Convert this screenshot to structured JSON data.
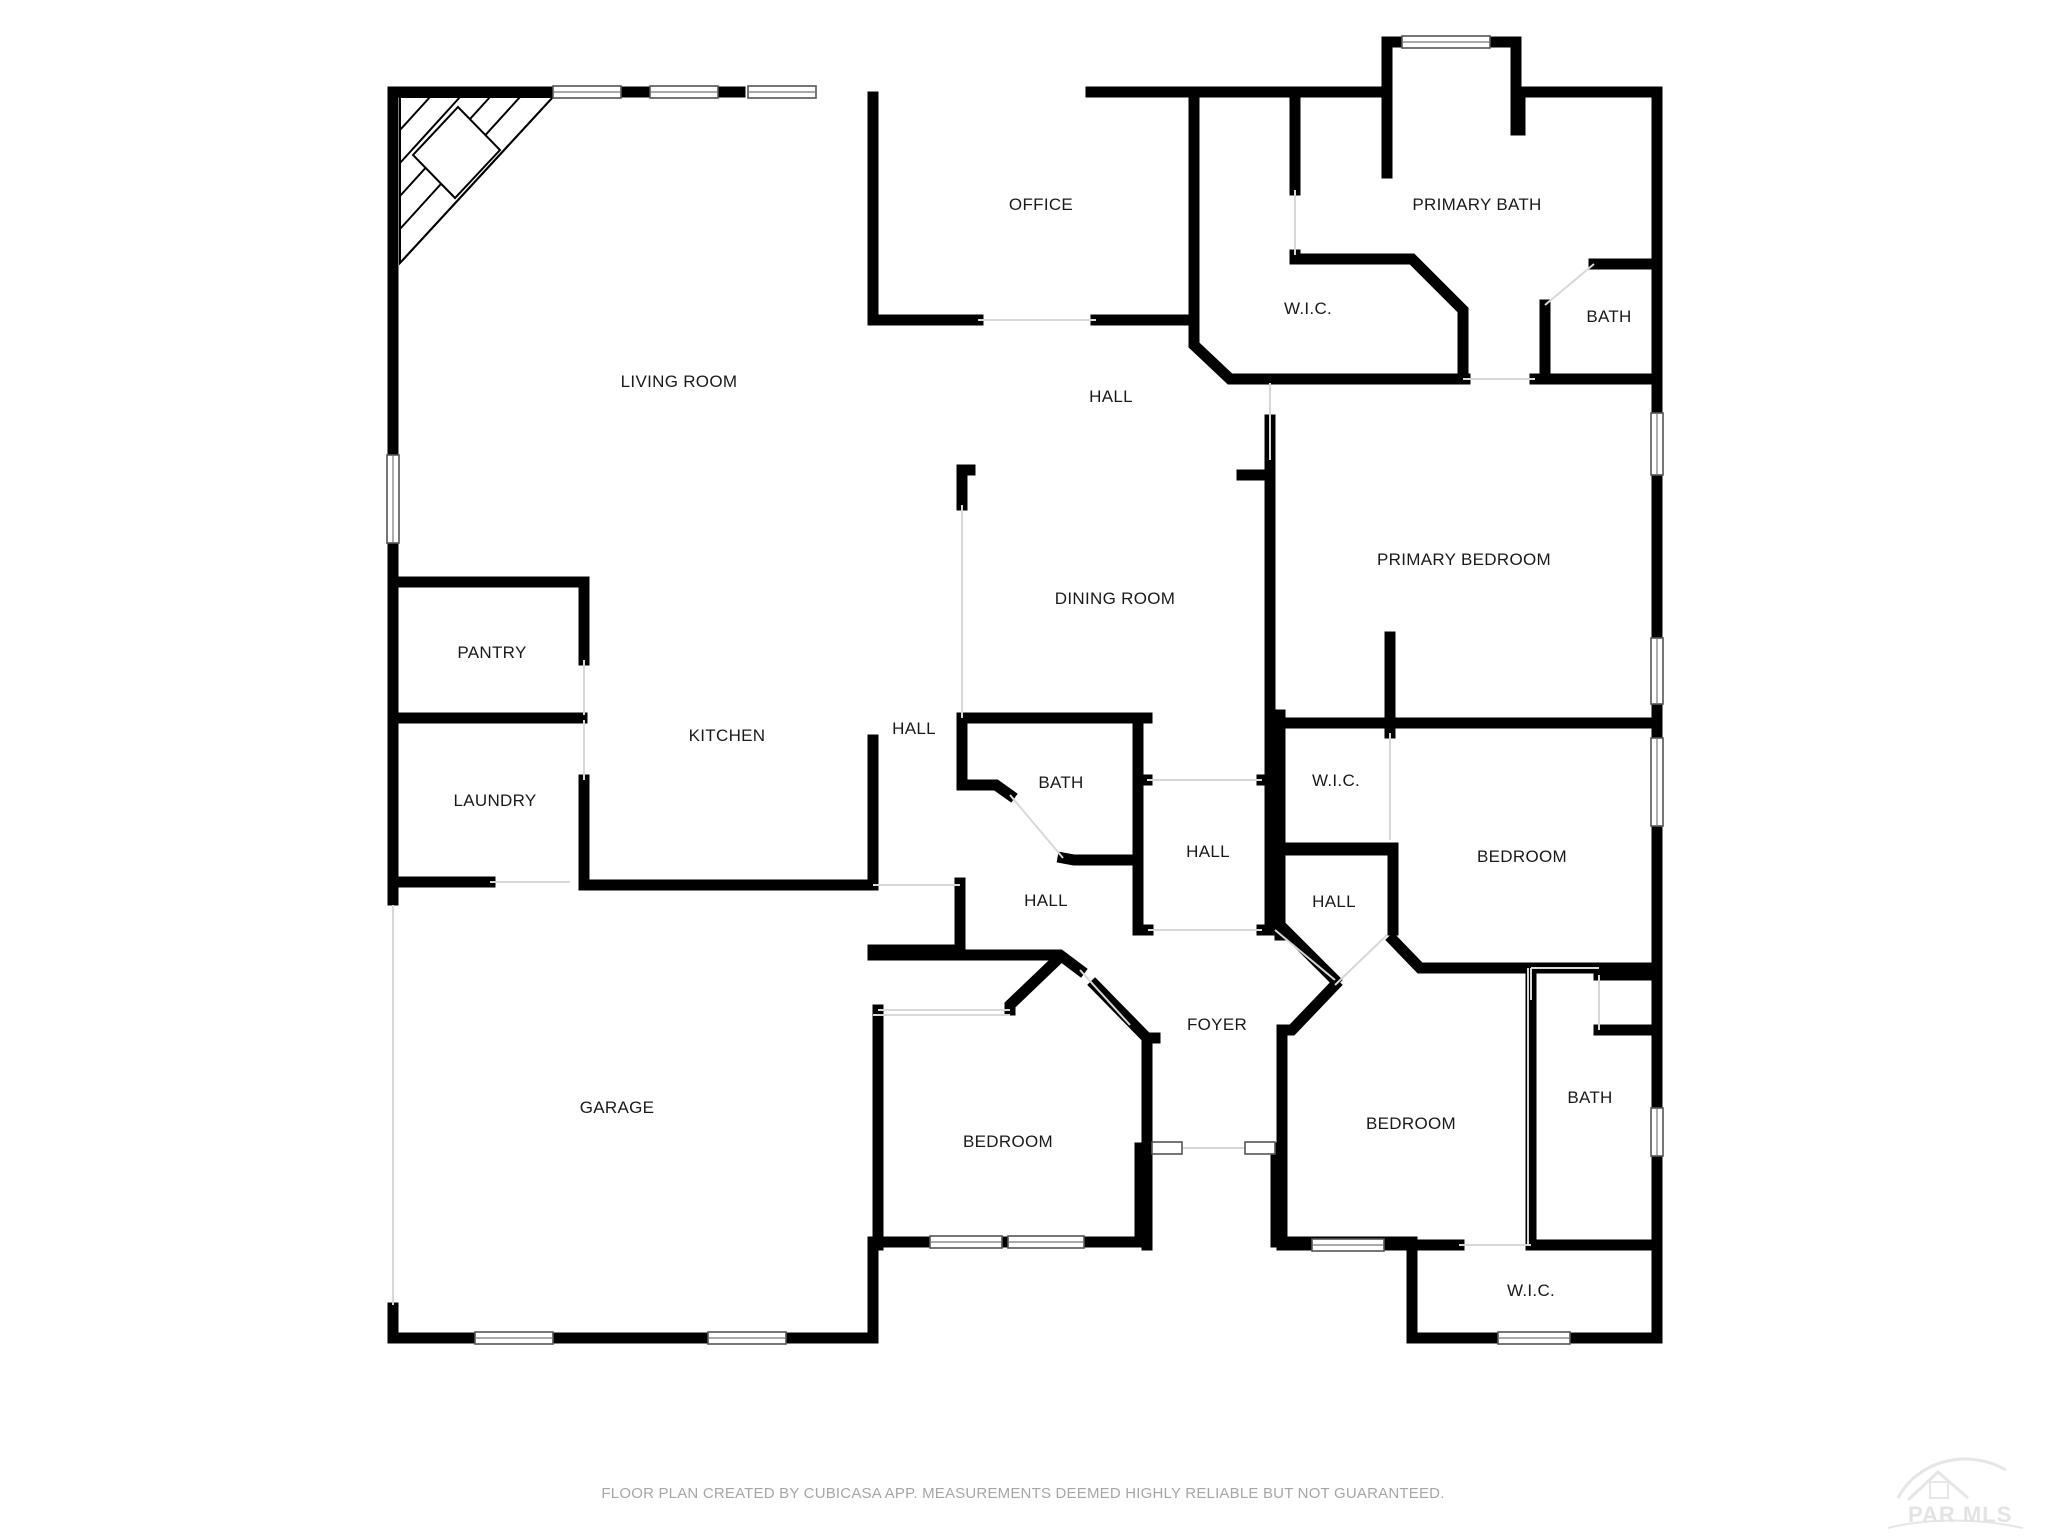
{
  "rooms": {
    "office": "OFFICE",
    "primary_bath": "PRIMARY BATH",
    "wic_primary": "W.I.C.",
    "bath_primary_small": "BATH",
    "living_room": "LIVING ROOM",
    "hall_top": "HALL",
    "primary_bedroom": "PRIMARY BEDROOM",
    "dining_room": "DINING ROOM",
    "pantry": "PANTRY",
    "kitchen": "KITCHEN",
    "hall_kitchen": "HALL",
    "bath_center": "BATH",
    "wic_middle": "W.I.C.",
    "laundry": "LAUNDRY",
    "hall_center": "HALL",
    "bedroom_right": "BEDROOM",
    "hall_lower_left": "HALL",
    "hall_lower_right": "HALL",
    "foyer": "FOYER",
    "garage": "GARAGE",
    "bath_right": "BATH",
    "bedroom_lower_left": "BEDROOM",
    "bedroom_lower_right": "BEDROOM",
    "wic_bottom": "W.I.C."
  },
  "footer": {
    "disclaimer": "FLOOR PLAN CREATED BY CUBICASA APP. MEASUREMENTS DEEMED HIGHLY RELIABLE BUT NOT GUARANTEED."
  },
  "logo": {
    "text": "PAR MLS"
  }
}
